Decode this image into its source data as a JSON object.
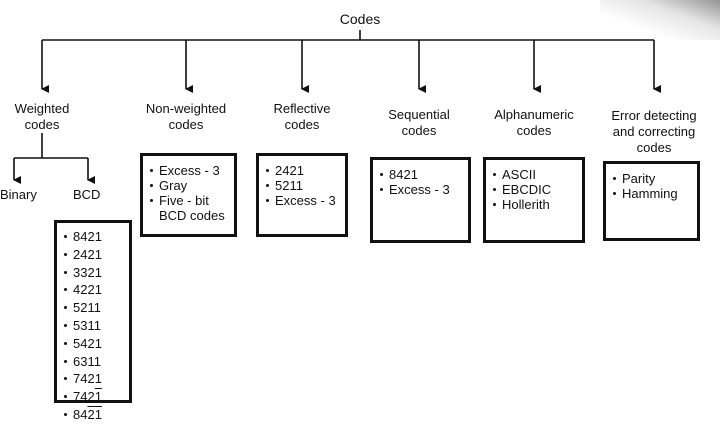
{
  "diagram": {
    "root": "Codes",
    "categories": [
      {
        "label_lines": [
          "Weighted",
          "codes"
        ],
        "children": [
          "Binary",
          "BCD"
        ],
        "bcd_items": [
          "8421",
          "2421",
          "3321",
          "4221",
          "5211",
          "5311",
          "5421",
          "6311",
          "7421",
          "7421",
          "8421"
        ]
      },
      {
        "label_lines": [
          "Non-weighted",
          "codes"
        ],
        "items": [
          "Excess - 3",
          "Gray",
          "Five - bit",
          "BCD codes"
        ]
      },
      {
        "label_lines": [
          "Reflective",
          "codes"
        ],
        "items": [
          "2421",
          "5211",
          "Excess - 3"
        ]
      },
      {
        "label_lines": [
          "Sequential",
          "codes"
        ],
        "items": [
          "8421",
          "Excess - 3"
        ]
      },
      {
        "label_lines": [
          "Alphanumeric",
          "codes"
        ],
        "items": [
          "ASCII",
          "EBCDIC",
          "Hollerith"
        ]
      },
      {
        "label_lines": [
          "Error detecting",
          "and correcting",
          "codes"
        ],
        "items": [
          "Parity",
          "Hamming"
        ]
      }
    ]
  },
  "colors": {
    "ink": "#111111",
    "background": "#ffffff"
  }
}
